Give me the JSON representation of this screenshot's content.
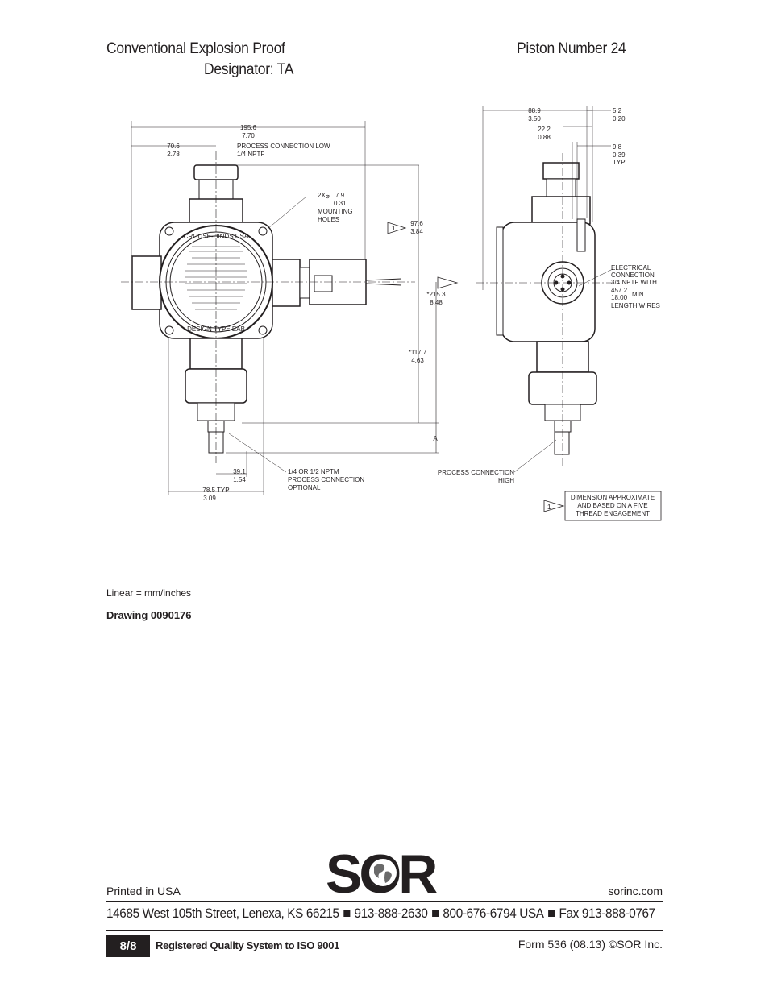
{
  "header": {
    "line1": "Conventional Explosion Proof",
    "line2": "Designator: TA",
    "right": "Piston Number 24"
  },
  "drawing": {
    "dims_front": {
      "overall_w": [
        "195.6",
        "7.70"
      ],
      "left_w": [
        "70.6",
        "2.78"
      ],
      "proc_low": [
        "PROCESS CONNECTION LOW",
        "1/4 NPTF"
      ],
      "mount": [
        "2X",
        "7.9",
        "0.31",
        "MOUNTING",
        "HOLES"
      ],
      "h1": [
        "97.6",
        "3.84"
      ],
      "h2": [
        "*215.3",
        "8.48"
      ],
      "h3": [
        "*117.7",
        "4.63"
      ],
      "w39": [
        "39.1",
        "1.54"
      ],
      "w78": [
        "78.5 TYP",
        "3.09"
      ],
      "proc_opt": [
        "1/4 OR 1/2 NPTM",
        "PROCESS CONNECTION",
        "OPTIONAL"
      ],
      "a_label": "A",
      "note_marker": "1"
    },
    "dims_side": {
      "d88": [
        "88.9",
        "3.50"
      ],
      "d22": [
        "22.2",
        "0.88"
      ],
      "d5": [
        "5.2",
        "0.20"
      ],
      "d9": [
        "9.8",
        "0.39",
        "TYP"
      ],
      "elec": [
        "ELECTRICAL",
        "CONNECTION",
        "3/4 NPTF WITH",
        "457.2",
        "MIN",
        "18.00",
        "LENGTH WIRES"
      ],
      "proc_high": [
        "PROCESS CONNECTION",
        "HIGH"
      ],
      "note": [
        "DIMENSION APPROXIMATE",
        "AND BASED ON A FIVE",
        "THREAD ENGAGEMENT"
      ],
      "note_marker": "1"
    },
    "nameplate": [
      "CROUSE-HINDS USA",
      "DESIGN TYPE EAB"
    ]
  },
  "units_note": "Linear = mm/inches",
  "drawing_number": "Drawing 0090176",
  "logo": {
    "text": "SOR"
  },
  "footer": {
    "printed": "Printed in USA",
    "website": "sorinc.com",
    "address": "14685 West 105th Street, Lenexa, KS 66215",
    "phone1": "913-888-2630",
    "phone2": "800-676-6794 USA",
    "fax": "Fax 913-888-0767",
    "page": "8/8",
    "quality": "Registered Quality System to ISO 9001",
    "form": "Form 536 (08.13) ©SOR Inc."
  }
}
